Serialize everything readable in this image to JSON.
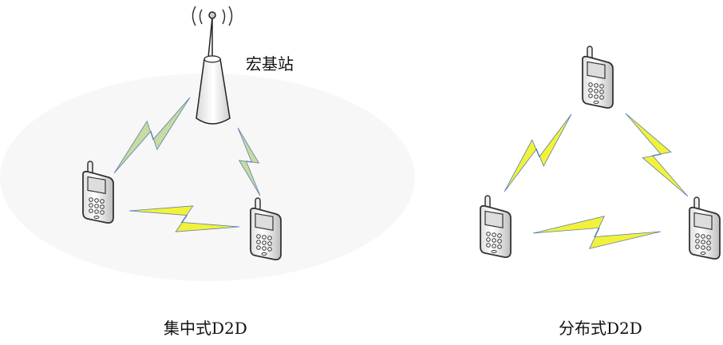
{
  "labels": {
    "base_station": "宏基站",
    "centralized": "集中式D2D",
    "distributed": "分布式D2D"
  },
  "colors": {
    "coverage": "#f7f7f7",
    "bolt_bs": "#c6dca0",
    "bolt_d2d": "#f2f23a",
    "bolt_edge": "#5a7db0"
  },
  "icons": [
    "base-station-icon",
    "phone-icon",
    "lightning-icon"
  ]
}
